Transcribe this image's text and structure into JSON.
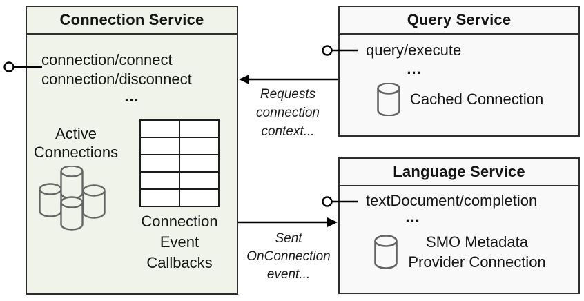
{
  "connection_service": {
    "title": "Connection Service",
    "methods": [
      "connection/connect",
      "connection/disconnect"
    ],
    "ellipsis": "...",
    "active_connections_label": "Active Connections",
    "callbacks_label": "Connection Event Callbacks",
    "callback_table": {
      "rows": 5,
      "cols": 2
    }
  },
  "query_service": {
    "title": "Query Service",
    "method": "query/execute",
    "ellipsis": "...",
    "cached_connection_label": "Cached Connection"
  },
  "language_service": {
    "title": "Language Service",
    "method": "textDocument/completion",
    "ellipsis": "...",
    "smo_label": "SMO Metadata Provider Connection"
  },
  "arrows": {
    "requests_label": "Requests connection context...",
    "sent_label": "Sent OnConnection event..."
  },
  "icons": {
    "database": "database-cylinder-icon",
    "database_cluster": "database-cluster-icon",
    "interface": "lollipop-interface-icon",
    "callback_grid": "callback-table-icon"
  },
  "colors": {
    "connection_box_fill": "#f0f3e9",
    "service_box_fill": "#f9f9fa",
    "box_border": "#2e2e2e",
    "cylinder_stroke": "#646464",
    "line": "#000000",
    "text": "#141414"
  }
}
